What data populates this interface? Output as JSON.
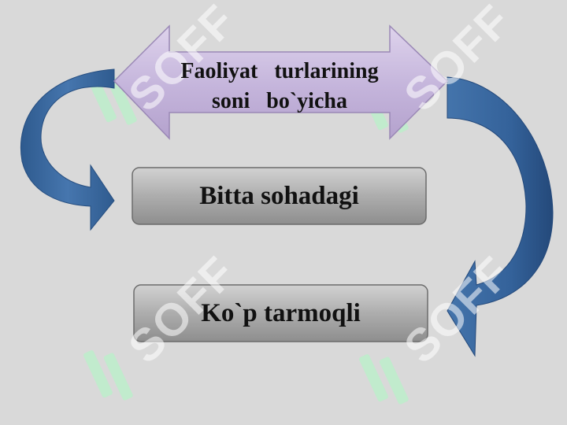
{
  "diagram": {
    "title_line1": "Faoliyat turlarining",
    "title_line2": "soni bo`yicha",
    "box1_label": "Bitta sohadagi",
    "box2_label": "Ko`p tarmoqli"
  },
  "watermark": {
    "text": "SOFF",
    "color": "#b8f0c8"
  },
  "colors": {
    "background": "#d9d9d9",
    "title_arrow_fill": "#c7b8dc",
    "box_fill": "#a9a9a9",
    "curved_arrow_fill": "#3a669c"
  }
}
